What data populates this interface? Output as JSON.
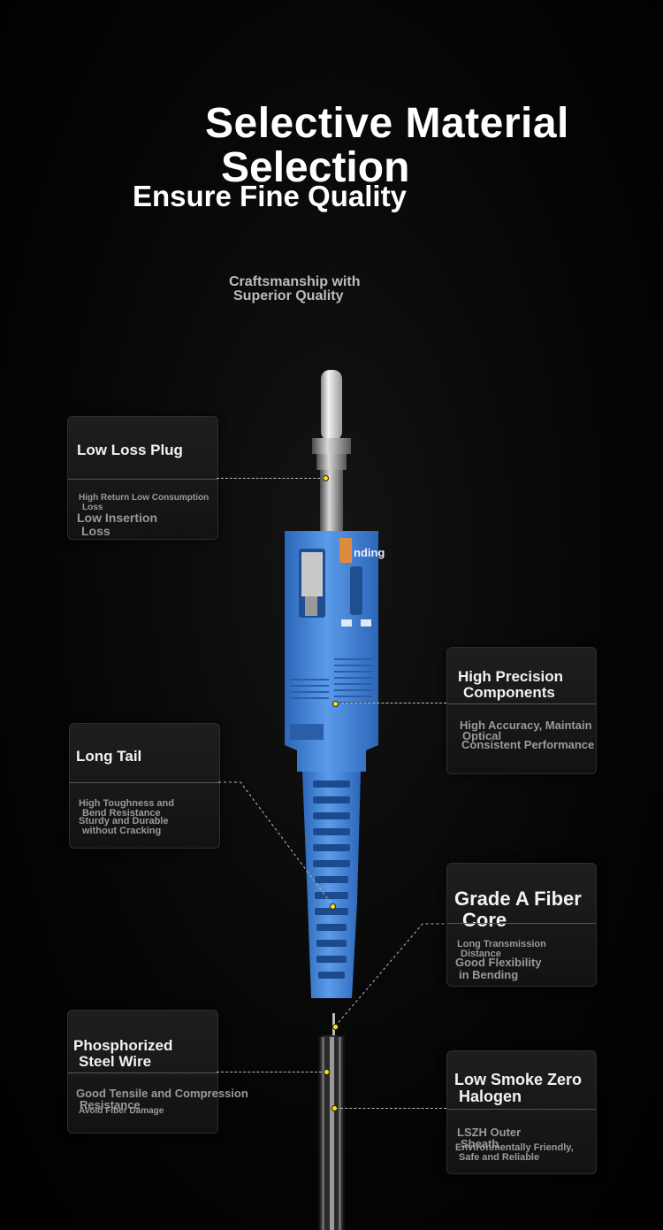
{
  "headline": {
    "line1": "Selective Material",
    "line2": "Selection",
    "line3": "Ensure Fine Quality"
  },
  "subheading": {
    "line1": "Craftsmanship with",
    "line2": "Superior Quality"
  },
  "brand_label": "nding",
  "features": {
    "low_loss_plug": {
      "title": "Low Loss Plug",
      "desc1": "High Return",
      "desc1b": "Loss",
      "desc2": "Low Consumption",
      "desc3": "Low Insertion",
      "desc3b": "Loss"
    },
    "high_precision": {
      "title1": "High Precision",
      "title2": "Components",
      "desc1": "High Accuracy, Maintain",
      "desc1b": "Optical",
      "desc2": "Consistent Performance"
    },
    "long_tail": {
      "title": "Long Tail",
      "desc1": "High Toughness and",
      "desc1b": "Bend Resistance",
      "desc2": "Sturdy and Durable",
      "desc2b": "without Cracking"
    },
    "grade_a_fiber": {
      "title1": "Grade A Fiber",
      "title2": "Core",
      "desc1": "Long Transmission",
      "desc1b": "Distance",
      "desc2": "Good Flexibility",
      "desc2b": "in Bending"
    },
    "steel_wire": {
      "title1": "Phosphorized",
      "title2": "Steel Wire",
      "desc1": "Good Tensile and Compression",
      "desc1b": "Resistance",
      "desc2": "Avoid Fiber Damage"
    },
    "lszh": {
      "title1": "Low Smoke Zero",
      "title2": "Halogen",
      "desc1": "LSZH Outer",
      "desc1b": "Sheath",
      "desc2": "Environmentally Friendly,",
      "desc2b": "Safe and Reliable"
    }
  },
  "colors": {
    "connector_blue": "#3f83d8",
    "boot_blue": "#4b8ee0",
    "highlight": "#ffe400"
  }
}
